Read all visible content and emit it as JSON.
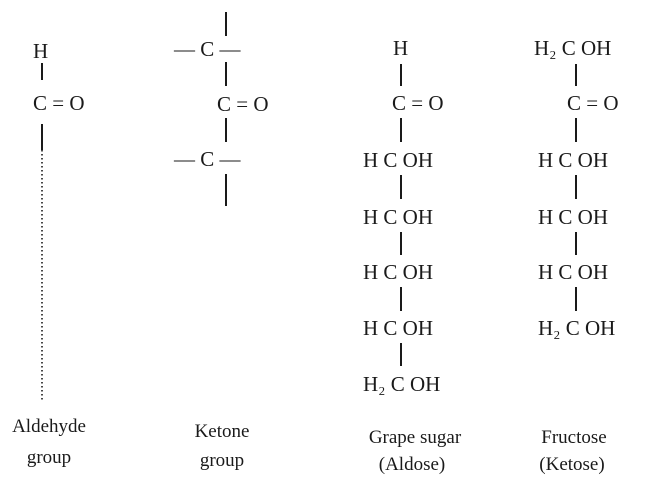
{
  "aldehyde": {
    "top_h": "H",
    "carbonyl": "C = O",
    "caption_line1": "Aldehyde",
    "caption_line2": "group"
  },
  "ketone": {
    "row1": "— C —",
    "row2": "C = O",
    "row3": "— C —",
    "caption_line1": "Ketone",
    "caption_line2": "group"
  },
  "grape_sugar": {
    "top_h": "H",
    "carbonyl": "C = O",
    "rows": [
      "H C OH",
      "H C OH",
      "H C OH",
      "H C OH"
    ],
    "bottom": "H₂ C OH",
    "caption_line1": "Grape sugar",
    "caption_line2": "(Aldose)"
  },
  "fructose": {
    "top": "H₂ C OH",
    "carbonyl": "C = O",
    "rows": [
      "H C OH",
      "H C OH",
      "H C OH"
    ],
    "bottom": "H₂ C OH",
    "caption_line1": "Fructose",
    "caption_line2": "(Ketose)"
  }
}
